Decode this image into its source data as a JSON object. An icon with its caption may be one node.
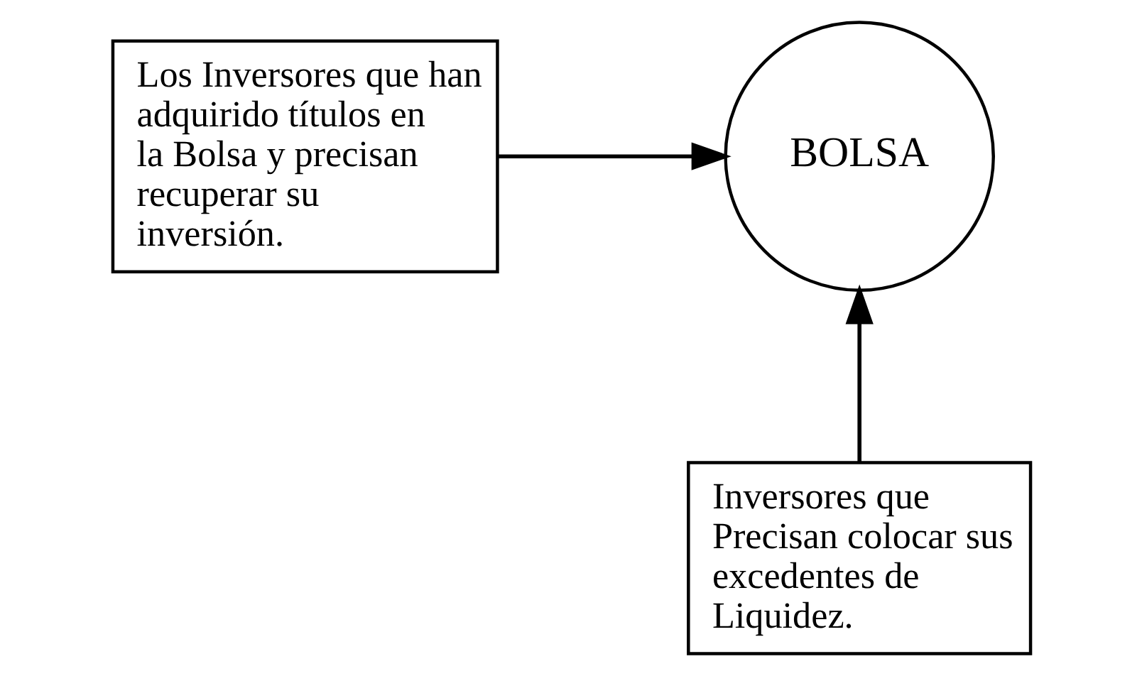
{
  "diagram": {
    "nodes": [
      {
        "text": [
          "Los Inversores que han adquirido títulos en la Bolsa y precisan recuperar su inversión."
        ]
      },
      {
        "text": [
          "BOLSA"
        ]
      },
      {
        "text": [
          "Inversores que Precisan colocar sus excedentes de Liquidez."
        ]
      }
    ],
    "edges": [
      {
        "from": 0,
        "to": 1,
        "arrow": "to"
      },
      {
        "from": 2,
        "to": 1,
        "arrow": "to"
      }
    ]
  }
}
